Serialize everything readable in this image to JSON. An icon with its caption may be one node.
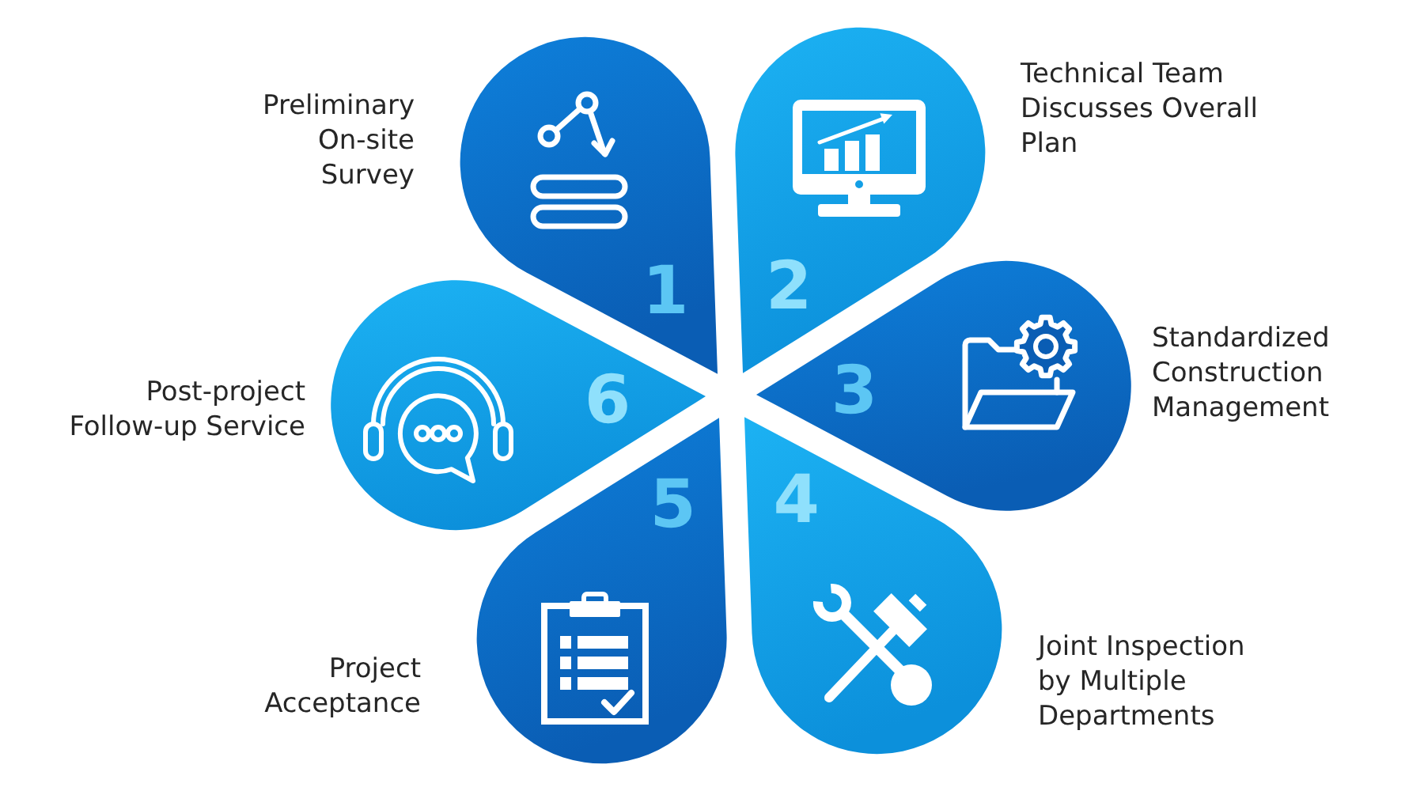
{
  "diagram": {
    "nodes": [
      {
        "text": [
          "1"
        ],
        "beside": [
          "Preliminary On-site Survey"
        ]
      },
      {
        "text": [
          "2"
        ],
        "beside": [
          "Technical Team Discusses Overall Plan"
        ]
      },
      {
        "text": [
          "3"
        ],
        "beside": [
          "Standardized Construction Management"
        ]
      },
      {
        "text": [
          "4"
        ],
        "beside": [
          "Joint Inspection by Multiple Departments"
        ]
      },
      {
        "text": [
          "5"
        ],
        "beside": [
          "Project Acceptance"
        ]
      },
      {
        "text": [
          "6"
        ],
        "beside": [
          "Post-project Follow-up Service"
        ]
      }
    ]
  }
}
